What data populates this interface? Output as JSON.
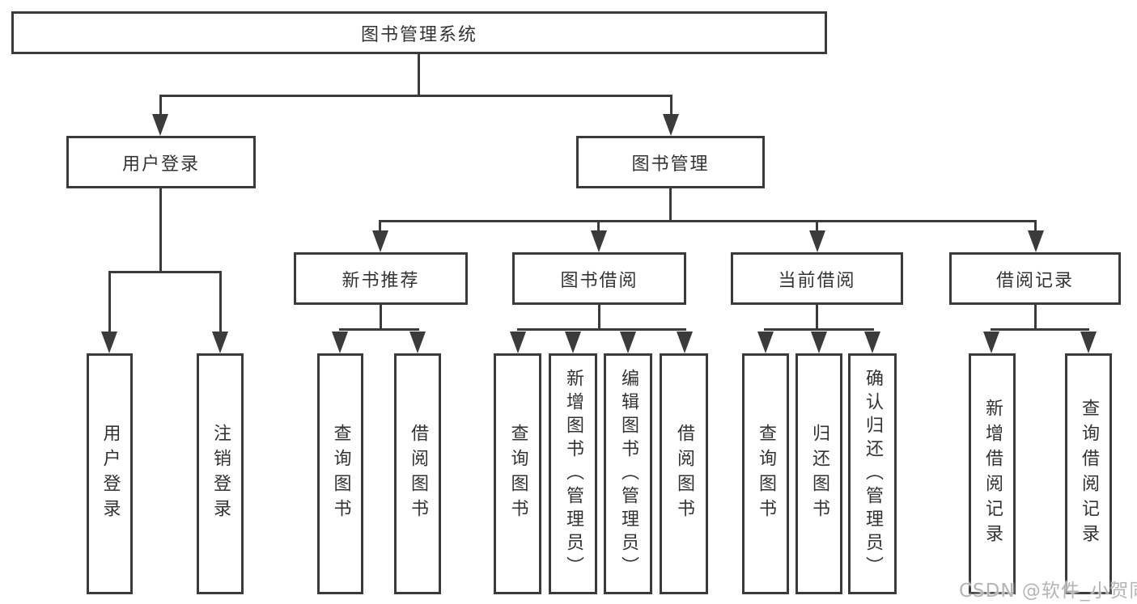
{
  "colors": {
    "line": "#3b3b3b",
    "text": "#333333",
    "box_bg": "#ffffff",
    "watermark": "#b5b5b5",
    "bg": "#ffffff"
  },
  "watermark": {
    "text": "CSDN @软件_小贺同学"
  },
  "diagram": {
    "title": "图书管理系统",
    "level2": [
      {
        "label": "用户登录"
      },
      {
        "label": "图书管理"
      }
    ],
    "level3": [
      {
        "label": "新书推荐"
      },
      {
        "label": "图书借阅"
      },
      {
        "label": "当前借阅"
      },
      {
        "label": "借阅记录"
      }
    ],
    "leaves": {
      "user_login": [
        {
          "label": "用户登录"
        },
        {
          "label": "注销登录"
        }
      ],
      "new_book_recommend": [
        {
          "label": "查询图书"
        },
        {
          "label": "借阅图书"
        }
      ],
      "book_borrowing": [
        {
          "label": "查询图书"
        },
        {
          "label": "新增图书（管理员）"
        },
        {
          "label": "编辑图书（管理员）"
        },
        {
          "label": "借阅图书"
        }
      ],
      "current_borrowing": [
        {
          "label": "查询图书"
        },
        {
          "label": "归还图书"
        },
        {
          "label": "确认归还（管理员）"
        }
      ],
      "borrowing_records": [
        {
          "label": "新增借阅记录"
        },
        {
          "label": "查询借阅记录"
        }
      ]
    }
  }
}
